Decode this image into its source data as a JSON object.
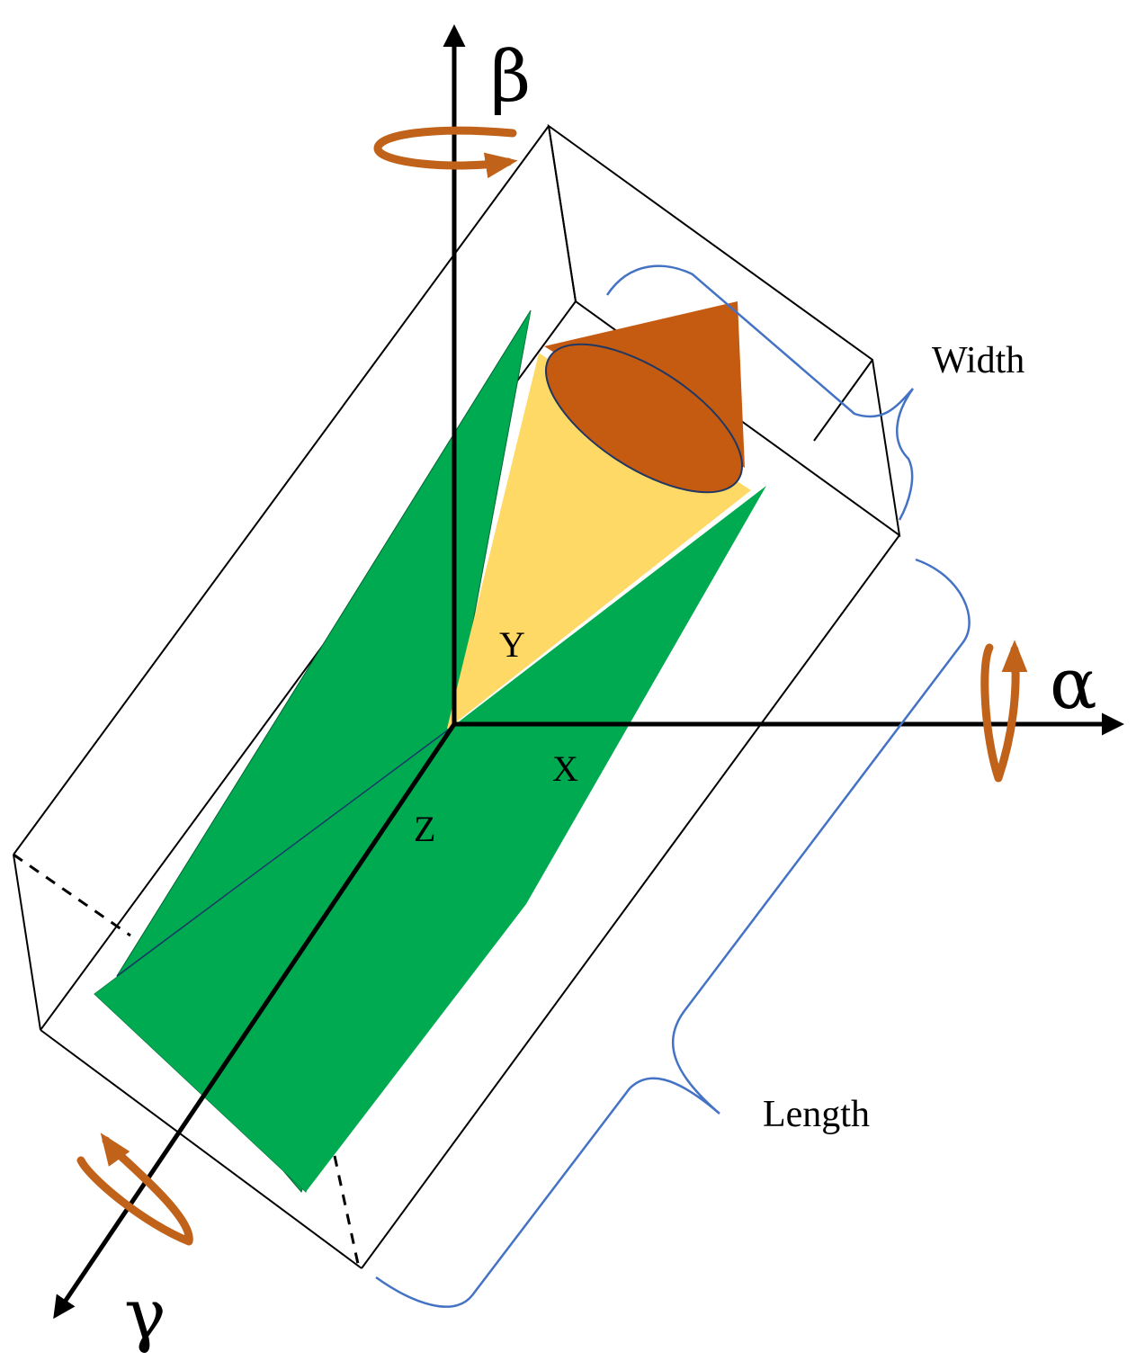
{
  "axes": {
    "alpha": "α",
    "beta": "β",
    "gamma": "γ"
  },
  "coordinates": {
    "x": "X",
    "y": "Y",
    "z": "Z"
  },
  "dimensions": {
    "width": "Width",
    "length": "Length"
  },
  "colors": {
    "green_plane": "#00AA50",
    "cone_body": "#FFD966",
    "cone_base": "#C55A11",
    "rotation_arrow": "#C0621A",
    "brace": "#4472C4",
    "outline": "#000000"
  }
}
